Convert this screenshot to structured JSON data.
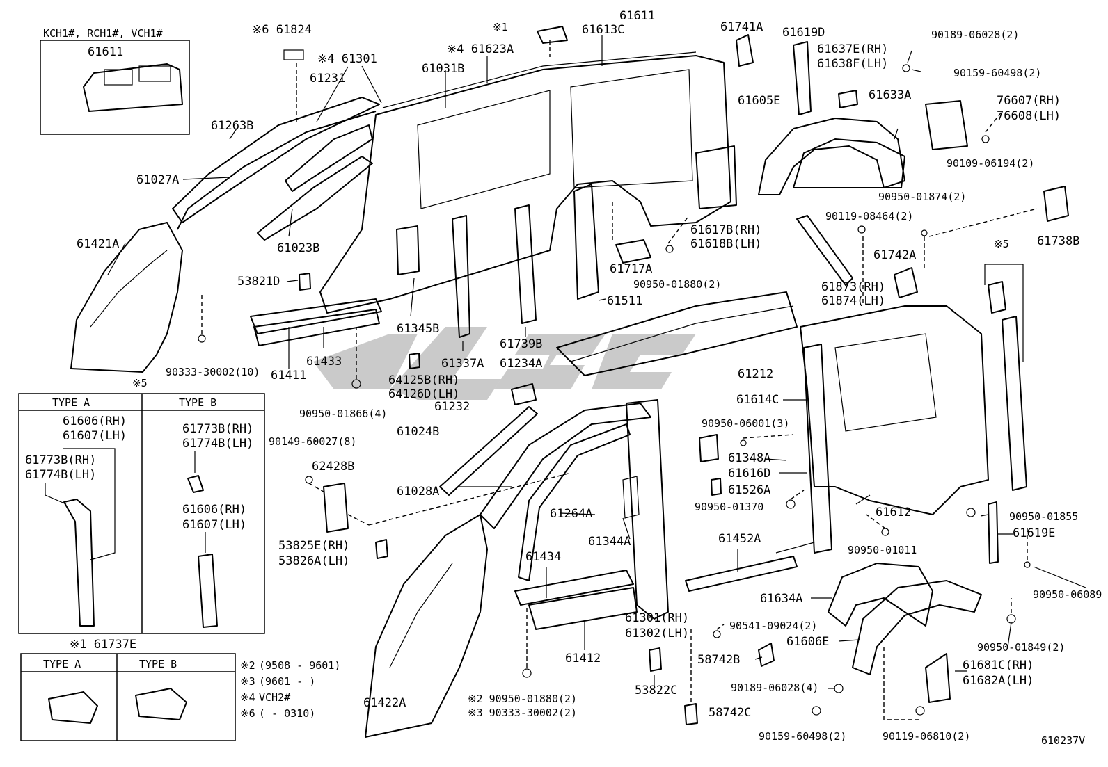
{
  "diagram_code": "610237V",
  "inset_top": {
    "models": "KCH1#, RCH1#, VCH1#",
    "part": "61611"
  },
  "notes": [
    {
      "mark": "※2",
      "text": "(9508 - 9601)"
    },
    {
      "mark": "※3",
      "text": "(9601 -      )"
    },
    {
      "mark": "※4",
      "text": "VCH2#"
    },
    {
      "mark": "※6",
      "text": "(      - 0310)"
    }
  ],
  "type_box_5": {
    "marker": "※5",
    "type_a": {
      "header": "TYPE  A",
      "parts": [
        "61606(RH)",
        "61607(LH)",
        "61773B(RH)",
        "61774B(LH)"
      ]
    },
    "type_b": {
      "header": "TYPE  B",
      "parts": [
        "61773B(RH)",
        "61774B(LH)",
        "61606(RH)",
        "61607(LH)"
      ]
    }
  },
  "type_box_1": {
    "title": "※1 61737E",
    "type_a": "TYPE  A",
    "type_b": "TYPE  B"
  },
  "labels": [
    {
      "id": "l01",
      "t": "※6 61824"
    },
    {
      "id": "l02",
      "t": "※4 61301"
    },
    {
      "id": "l03",
      "t": "61231"
    },
    {
      "id": "l04",
      "t": "61263B"
    },
    {
      "id": "l05",
      "t": "61027A"
    },
    {
      "id": "l06",
      "t": "61421A"
    },
    {
      "id": "l07",
      "t": "61023B"
    },
    {
      "id": "l08",
      "t": "53821D"
    },
    {
      "id": "l09",
      "t": "90333-30002(10)"
    },
    {
      "id": "l10",
      "t": "61411"
    },
    {
      "id": "l11",
      "t": "61433"
    },
    {
      "id": "l12",
      "t": "※1"
    },
    {
      "id": "l13",
      "t": "※4 61623A"
    },
    {
      "id": "l14",
      "t": "61031B"
    },
    {
      "id": "l15",
      "t": "61613C"
    },
    {
      "id": "l16",
      "t": "61611"
    },
    {
      "id": "l17",
      "t": "61741A"
    },
    {
      "id": "l18",
      "t": "61619D"
    },
    {
      "id": "l19",
      "t": "61637E(RH)"
    },
    {
      "id": "l20",
      "t": "61638F(LH)"
    },
    {
      "id": "l21",
      "t": "90189-06028(2)"
    },
    {
      "id": "l22",
      "t": "90159-60498(2)"
    },
    {
      "id": "l23",
      "t": "61605E"
    },
    {
      "id": "l24",
      "t": "61633A"
    },
    {
      "id": "l25",
      "t": "76607(RH)"
    },
    {
      "id": "l26",
      "t": "76608(LH)"
    },
    {
      "id": "l27",
      "t": "90109-06194(2)"
    },
    {
      "id": "l28",
      "t": "90950-01874(2)"
    },
    {
      "id": "l29",
      "t": "90119-08464(2)"
    },
    {
      "id": "l30",
      "t": "61738B"
    },
    {
      "id": "l31",
      "t": "61617B(RH)"
    },
    {
      "id": "l32",
      "t": "61618B(LH)"
    },
    {
      "id": "l33",
      "t": "61717A"
    },
    {
      "id": "l34",
      "t": "90950-01880(2)"
    },
    {
      "id": "l35",
      "t": "61511"
    },
    {
      "id": "l36",
      "t": "61742A"
    },
    {
      "id": "l37",
      "t": "※5"
    },
    {
      "id": "l38",
      "t": "61873(RH)"
    },
    {
      "id": "l39",
      "t": "61874(LH)"
    },
    {
      "id": "l40",
      "t": "61345B"
    },
    {
      "id": "l41",
      "t": "61337A"
    },
    {
      "id": "l42",
      "t": "61739B"
    },
    {
      "id": "l43",
      "t": "61234A"
    },
    {
      "id": "l44",
      "t": "61212"
    },
    {
      "id": "l45",
      "t": "64125B(RH)"
    },
    {
      "id": "l46",
      "t": "64126D(LH)"
    },
    {
      "id": "l47",
      "t": "61232"
    },
    {
      "id": "l48",
      "t": "90950-01866(4)"
    },
    {
      "id": "l49",
      "t": "61024B"
    },
    {
      "id": "l50",
      "t": "61614C"
    },
    {
      "id": "l51",
      "t": "90950-06001(3)"
    },
    {
      "id": "l52",
      "t": "90149-60027(8)"
    },
    {
      "id": "l53",
      "t": "62428B"
    },
    {
      "id": "l54",
      "t": "61348A"
    },
    {
      "id": "l55",
      "t": "61616D"
    },
    {
      "id": "l56",
      "t": "61526A"
    },
    {
      "id": "l57",
      "t": "61028A"
    },
    {
      "id": "l58",
      "t": "61264A"
    },
    {
      "id": "l59",
      "t": "90950-01370"
    },
    {
      "id": "l60",
      "t": "61612"
    },
    {
      "id": "l61",
      "t": "90950-01855"
    },
    {
      "id": "l62",
      "t": "53825E(RH)"
    },
    {
      "id": "l63",
      "t": "53826A(LH)"
    },
    {
      "id": "l64",
      "t": "61344A"
    },
    {
      "id": "l65",
      "t": "61452A"
    },
    {
      "id": "l66",
      "t": "61619E"
    },
    {
      "id": "l67",
      "t": "61434"
    },
    {
      "id": "l68",
      "t": "90950-01011"
    },
    {
      "id": "l69",
      "t": "90950-06089"
    },
    {
      "id": "l70",
      "t": "61634A"
    },
    {
      "id": "l71",
      "t": "61301(RH)"
    },
    {
      "id": "l72",
      "t": "61302(LH)"
    },
    {
      "id": "l73",
      "t": "90541-09024(2)"
    },
    {
      "id": "l74",
      "t": "90950-01849(2)"
    },
    {
      "id": "l75",
      "t": "61606E"
    },
    {
      "id": "l76",
      "t": "61412"
    },
    {
      "id": "l77",
      "t": "58742B"
    },
    {
      "id": "l78",
      "t": "61681C(RH)"
    },
    {
      "id": "l79",
      "t": "61682A(LH)"
    },
    {
      "id": "l80",
      "t": "53822C"
    },
    {
      "id": "l81",
      "t": "90189-06028(4)"
    },
    {
      "id": "l82",
      "t": "61422A"
    },
    {
      "id": "l83",
      "t": "※2 90950-01880(2)"
    },
    {
      "id": "l84",
      "t": "※3 90333-30002(2)"
    },
    {
      "id": "l85",
      "t": "58742C"
    },
    {
      "id": "l86",
      "t": "90159-60498(2)"
    },
    {
      "id": "l87",
      "t": "90119-06810(2)"
    }
  ]
}
